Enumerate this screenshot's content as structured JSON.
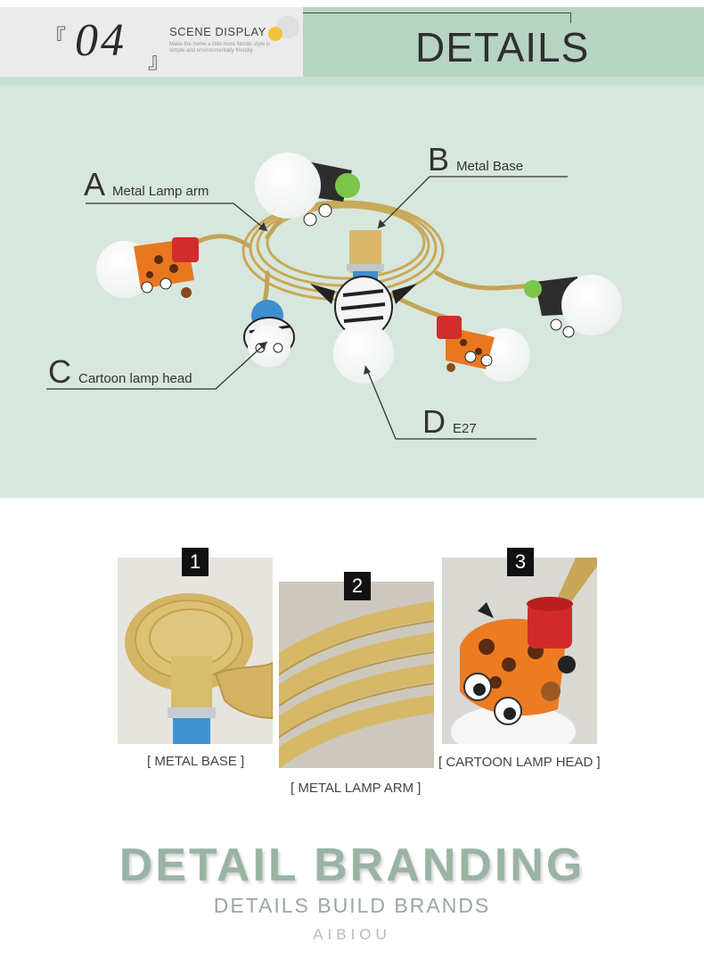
{
  "header": {
    "bracket_open": "『",
    "bracket_close": "』",
    "number": "04",
    "scene_title": "SCENE DISPLAY",
    "scene_subtitle": "Make the home a little more Nordic style is simple and environmentally friendly",
    "details_title": "DETAILS",
    "colors": {
      "left_panel": "#ebebeb",
      "right_panel": "#b7d4c2",
      "accent_dot": "#f4c23a"
    }
  },
  "diagram": {
    "background": "#d7e7dd",
    "callouts": [
      {
        "letter": "A",
        "label": "Metal Lamp arm"
      },
      {
        "letter": "B",
        "label": "Metal Base"
      },
      {
        "letter": "C",
        "label": "Cartoon lamp head"
      },
      {
        "letter": "D",
        "label": "E27"
      }
    ]
  },
  "details": [
    {
      "number": "1",
      "caption": "[ METAL BASE ]"
    },
    {
      "number": "2",
      "caption": "[ METAL LAMP ARM ]"
    },
    {
      "number": "3",
      "caption": "[ CARTOON LAMP HEAD ]"
    }
  ],
  "branding": {
    "title": "DETAIL BRANDING",
    "subtitle": "DETAILS BUILD BRANDS",
    "brand": "AIBIOU",
    "title_color": "#9ab4a4"
  }
}
